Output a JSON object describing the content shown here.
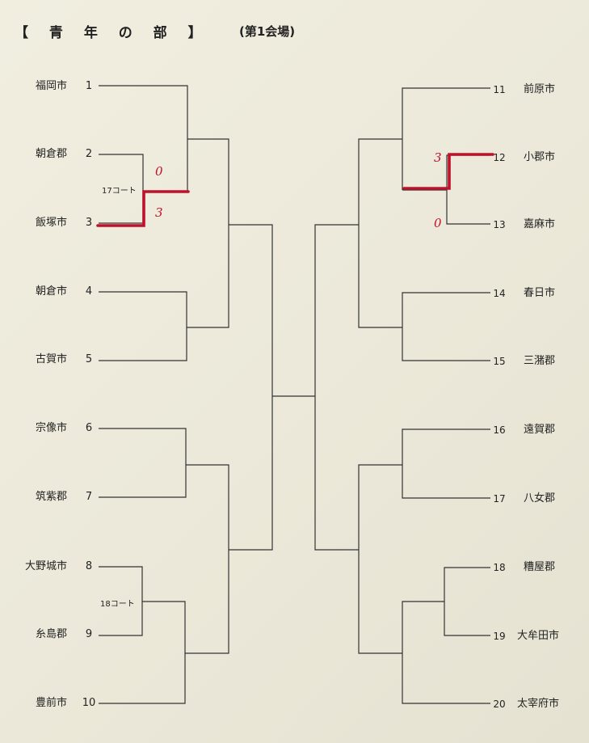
{
  "header": {
    "title": "【 青 年 の 部 】",
    "venue": "(第1会場)"
  },
  "left_teams": [
    {
      "seed": "1",
      "name": "福岡市"
    },
    {
      "seed": "2",
      "name": "朝倉郡"
    },
    {
      "seed": "3",
      "name": "飯塚市"
    },
    {
      "seed": "4",
      "name": "朝倉市"
    },
    {
      "seed": "5",
      "name": "古賀市"
    },
    {
      "seed": "6",
      "name": "宗像市"
    },
    {
      "seed": "7",
      "name": "筑紫郡"
    },
    {
      "seed": "8",
      "name": "大野城市"
    },
    {
      "seed": "9",
      "name": "糸島郡"
    },
    {
      "seed": "10",
      "name": "豊前市"
    }
  ],
  "right_teams": [
    {
      "seed": "11",
      "name": "前原市"
    },
    {
      "seed": "12",
      "name": "小郡市"
    },
    {
      "seed": "13",
      "name": "嘉麻市"
    },
    {
      "seed": "14",
      "name": "春日市"
    },
    {
      "seed": "15",
      "name": "三潴郡"
    },
    {
      "seed": "16",
      "name": "遠賀郡"
    },
    {
      "seed": "17",
      "name": "八女郡"
    },
    {
      "seed": "18",
      "name": "糟屋郡"
    },
    {
      "seed": "19",
      "name": "大牟田市"
    },
    {
      "seed": "20",
      "name": "太宰府市"
    }
  ],
  "courts": {
    "first": "17コート",
    "second": "18コート"
  },
  "scores": {
    "match_2_3": {
      "team2": "0",
      "team3": "3"
    },
    "match_12_13": {
      "team12": "3",
      "team13": "0"
    }
  },
  "colors": {
    "bracket_line": "#333333",
    "result_line": "#c0102a",
    "paper": "#ece9da"
  }
}
